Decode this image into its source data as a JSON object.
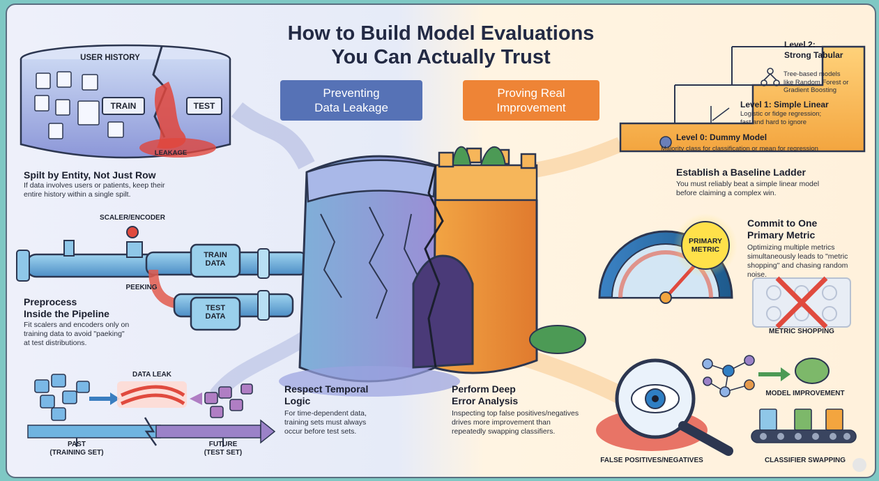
{
  "title": {
    "line1": "How to Build Model Evaluations",
    "line2": "You Can Actually Trust"
  },
  "badges": {
    "left": {
      "line1": "Preventing",
      "line2": "Data Leakage",
      "color": "#5672b6"
    },
    "right": {
      "line1": "Proving Real",
      "line2": "Improvement",
      "color": "#ee8436"
    }
  },
  "split": {
    "heading": "Spilt by Entity, Not Just Row",
    "body": [
      "If data involves users or patients, keep their",
      "entire history within a single spilt."
    ],
    "labels": {
      "user_history": "USER HISTORY",
      "train": "TRAIN",
      "test": "TEST",
      "leakage": "LEAKAGE"
    }
  },
  "pipeline": {
    "heading": [
      "Preprocess",
      "Inside the Pipeline"
    ],
    "body": [
      "Fit scalers and encoders only on",
      "training data to avoid \"paeking\"",
      "at test distributions."
    ],
    "labels": {
      "scaler": "SCALER/ENCODER",
      "peeking": "PEEKING",
      "train_data": [
        "TRAIN",
        "DATA"
      ],
      "test_data": [
        "TEST",
        "DATA"
      ]
    }
  },
  "temporal": {
    "heading": [
      "Respect Temporal",
      "Logic"
    ],
    "body": [
      "For time-dependent data,",
      "training sets must always",
      "occur before test sets."
    ],
    "labels": {
      "data_leak": "DATA LEAK",
      "past": [
        "PAST",
        "(TRAINING SET)"
      ],
      "future": [
        "FUTURE",
        "(TEST SET)"
      ]
    }
  },
  "baseline": {
    "heading": "Establish a Baseline Ladder",
    "body": [
      "You must reliably beat a simple linear model",
      "before claiming a complex win."
    ],
    "level2": {
      "title": [
        "Level 2:",
        "Strong Tabular"
      ],
      "desc": [
        "Tree-based models",
        "like Random Forest or",
        "Gradient Boosting"
      ]
    },
    "level1": {
      "title": "Level 1: Simple Linear",
      "desc": [
        "Logistic or fidge regression;",
        "fast and hard to ignore"
      ]
    },
    "level0": {
      "title": "Level 0: Dummy Model",
      "desc": "Majority class for classification or mean for regression"
    }
  },
  "metric": {
    "heading": [
      "Commit to One",
      "Primary Metric"
    ],
    "body": [
      "Optimizing multiple metrics",
      "simultaneously leads to \"metric",
      "shopping\" and chasing random",
      "noise."
    ],
    "gauge_label": [
      "PRIMARY",
      "METRIC"
    ],
    "shopping": "METRIC SHOPPING"
  },
  "error": {
    "heading": [
      "Perform Deep",
      "Error Analysis"
    ],
    "body": [
      "Inspecting top false positives/negatives",
      "drives more improvement than",
      "repeatedly swapping classifiers."
    ],
    "labels": {
      "false_pos": "FALSE POSITIVES/NEGATIVES",
      "model_improvement": "MODEL IMPROVEMENT",
      "classifier_swapping": "CLASSIFIER SWAPPING"
    }
  }
}
